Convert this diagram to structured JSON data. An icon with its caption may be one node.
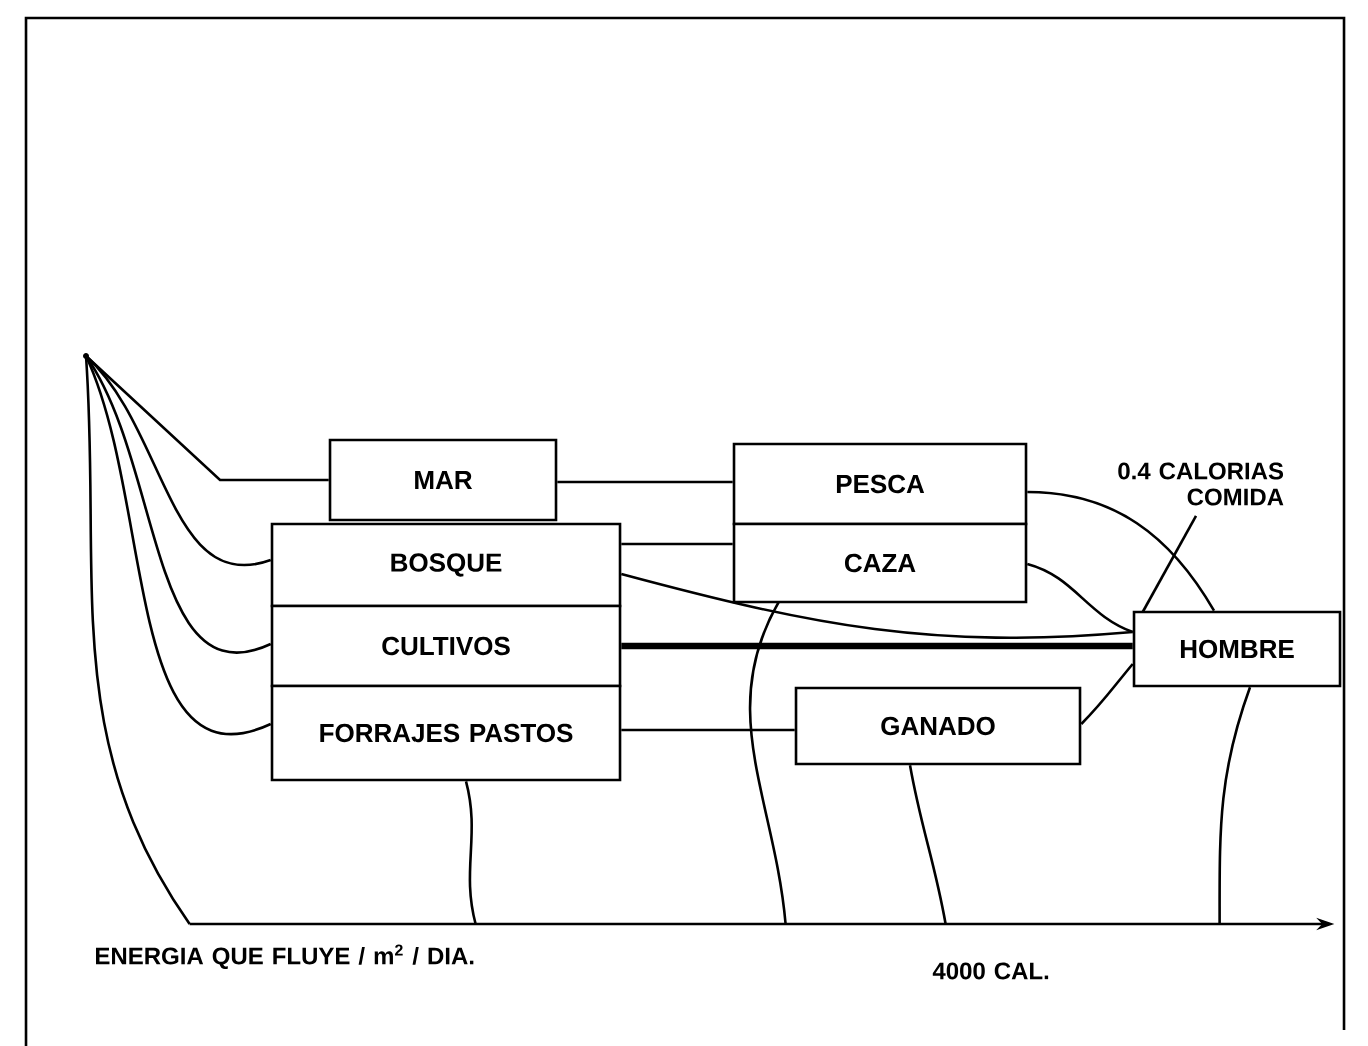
{
  "diagram": {
    "nodes": [
      {
        "text": [],
        "shape": "circle"
      },
      {
        "text": [
          "MAR"
        ]
      },
      {
        "text": [
          "BOSQUE"
        ]
      },
      {
        "text": [
          "CULTIVOS"
        ]
      },
      {
        "text": [
          "FORRAJES PASTOS"
        ]
      },
      {
        "text": [
          "PESCA"
        ]
      },
      {
        "text": [
          "CAZA"
        ]
      },
      {
        "text": [
          "0.4 CALORIAS COMIDA"
        ]
      },
      {
        "text": [
          "HOMBRE"
        ]
      },
      {
        "text": [
          "GANADO"
        ]
      },
      {
        "text": [],
        "shape": "bar"
      }
    ],
    "edges": [
      {
        "from": 0,
        "to": 1,
        "arrow": "none"
      },
      {
        "from": 0,
        "to": 2,
        "arrow": "none"
      },
      {
        "from": 0,
        "to": 3,
        "arrow": "none"
      },
      {
        "from": 0,
        "to": 4,
        "arrow": "none"
      },
      {
        "from": 0,
        "to": 10,
        "arrow": "none"
      },
      {
        "from": 1,
        "to": 5,
        "arrow": "none"
      },
      {
        "from": 2,
        "to": 6,
        "arrow": "none"
      },
      {
        "from": 2,
        "to": 8,
        "arrow": "none"
      },
      {
        "from": 3,
        "to": 8,
        "arrow": "none",
        "style": "thick"
      },
      {
        "from": 4,
        "to": 9,
        "arrow": "none"
      },
      {
        "from": 4,
        "to": 10,
        "arrow": "none"
      },
      {
        "from": 5,
        "to": 8,
        "arrow": "none"
      },
      {
        "from": 6,
        "to": 8,
        "arrow": "none"
      },
      {
        "from": 6,
        "to": 10,
        "arrow": "none"
      },
      {
        "from": 9,
        "to": 10,
        "arrow": "none"
      },
      {
        "from": 9,
        "to": 8,
        "arrow": "none"
      },
      {
        "from": 8,
        "to": 10,
        "arrow": "none"
      },
      {
        "from": 7,
        "to": 8,
        "arrow": "none"
      }
    ],
    "labels": [
      "ENERGIA QUE FLUYE / m$^{2}$ / DIA.",
      "4000 CAL."
    ]
  }
}
